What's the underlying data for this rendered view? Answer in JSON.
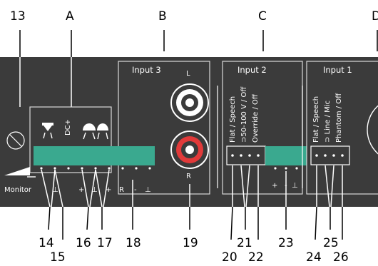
{
  "colors": {
    "panel": "#3b3b3b",
    "terminal": "#3aa98f",
    "rca_red": "#e23a3a",
    "line": "#ffffff"
  },
  "section_letters": [
    "A",
    "B",
    "C",
    "D"
  ],
  "top_number": "13",
  "inputs": {
    "input3": {
      "title": "Input 3",
      "left": "L",
      "right": "R"
    },
    "input2": {
      "title": "Input 2",
      "switch_labels": [
        "Flat / Speech",
        "⊃50-100 V / Off",
        "Override / Off"
      ],
      "term_labels": [
        "+",
        "-",
        "⊥"
      ]
    },
    "input1": {
      "title": "Input 1",
      "switch_labels": [
        "Flat / Speech",
        "⊃ Line / Mic",
        "Phantom / Off"
      ]
    }
  },
  "group_a": {
    "dc_label": "DC+",
    "term_labels": [
      "⊥",
      "+",
      "⊥",
      "+",
      "R",
      "-",
      "⊥"
    ],
    "monitor": "Monitor"
  },
  "callouts": [
    "14",
    "15",
    "16",
    "17",
    "18",
    "19",
    "20",
    "21",
    "22",
    "23",
    "24",
    "25",
    "26"
  ]
}
